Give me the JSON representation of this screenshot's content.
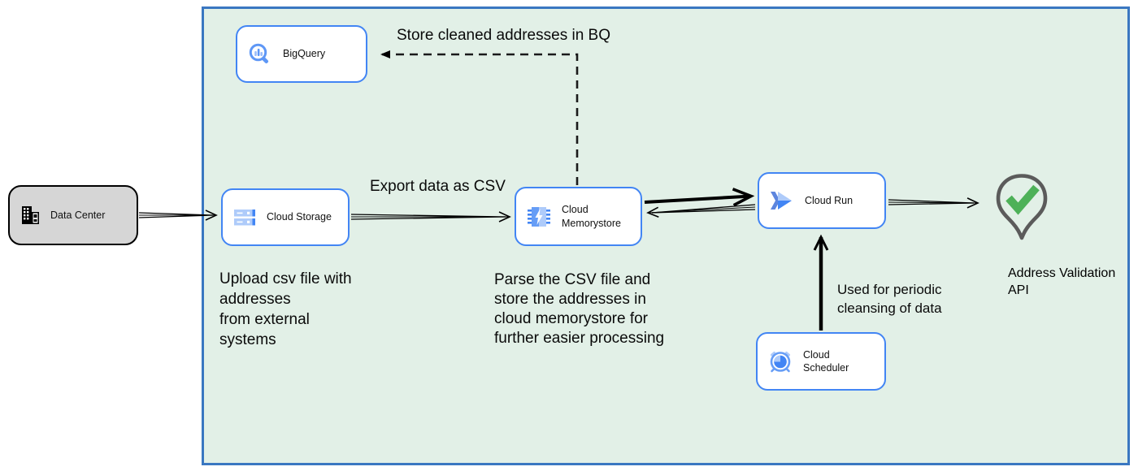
{
  "diagram": {
    "nodes": {
      "data_center": {
        "label": "Data Center",
        "icon": "building-icon"
      },
      "bigquery": {
        "label": "BigQuery",
        "icon": "bigquery-icon"
      },
      "cloud_storage": {
        "label": "Cloud Storage",
        "icon": "cloud-storage-icon"
      },
      "cloud_memorystore": {
        "label": "Cloud\nMemorystore",
        "icon": "memorystore-icon"
      },
      "cloud_run": {
        "label": "Cloud Run",
        "icon": "cloud-run-icon"
      },
      "cloud_scheduler": {
        "label": "Cloud Scheduler",
        "icon": "scheduler-icon"
      },
      "address_validation_api": {
        "label": "Address Validation\nAPI",
        "icon": "map-pin-check-icon"
      }
    },
    "annotations": {
      "store_bq": "Store cleaned addresses in BQ",
      "export_csv": "Export data as CSV",
      "upload_note": "Upload csv file with\naddresses\nfrom external\nsystems",
      "parse_note": "Parse the CSV file and\nstore the addresses in\ncloud  memorystore for\nfurther easier processing",
      "scheduler_note": "Used for periodic\ncleansing of data"
    },
    "colors": {
      "accent_blue": "#4285F4",
      "container_fill": "#E2F0E7",
      "container_border": "#3A77C1",
      "check_green": "#4DB158",
      "pin_gray": "#5B5B5B",
      "datacenter_fill": "#D6D6D6"
    }
  }
}
